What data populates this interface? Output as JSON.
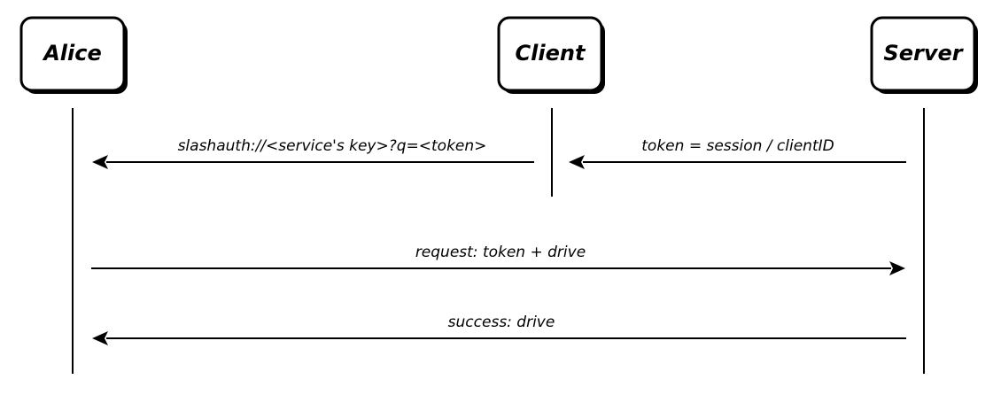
{
  "actors": [
    {
      "id": "alice",
      "label": "Alice"
    },
    {
      "id": "client",
      "label": "Client"
    },
    {
      "id": "server",
      "label": "Server"
    }
  ],
  "messages": [
    {
      "id": "m1",
      "from": "client",
      "to": "alice",
      "label": "slashauth://<service's key>?q=<token>"
    },
    {
      "id": "m2",
      "from": "server",
      "to": "client",
      "label": "token = session / clientID"
    },
    {
      "id": "m3",
      "from": "alice",
      "to": "server",
      "label": "request: token + drive"
    },
    {
      "id": "m4",
      "from": "server",
      "to": "alice",
      "label": "success: drive"
    }
  ]
}
